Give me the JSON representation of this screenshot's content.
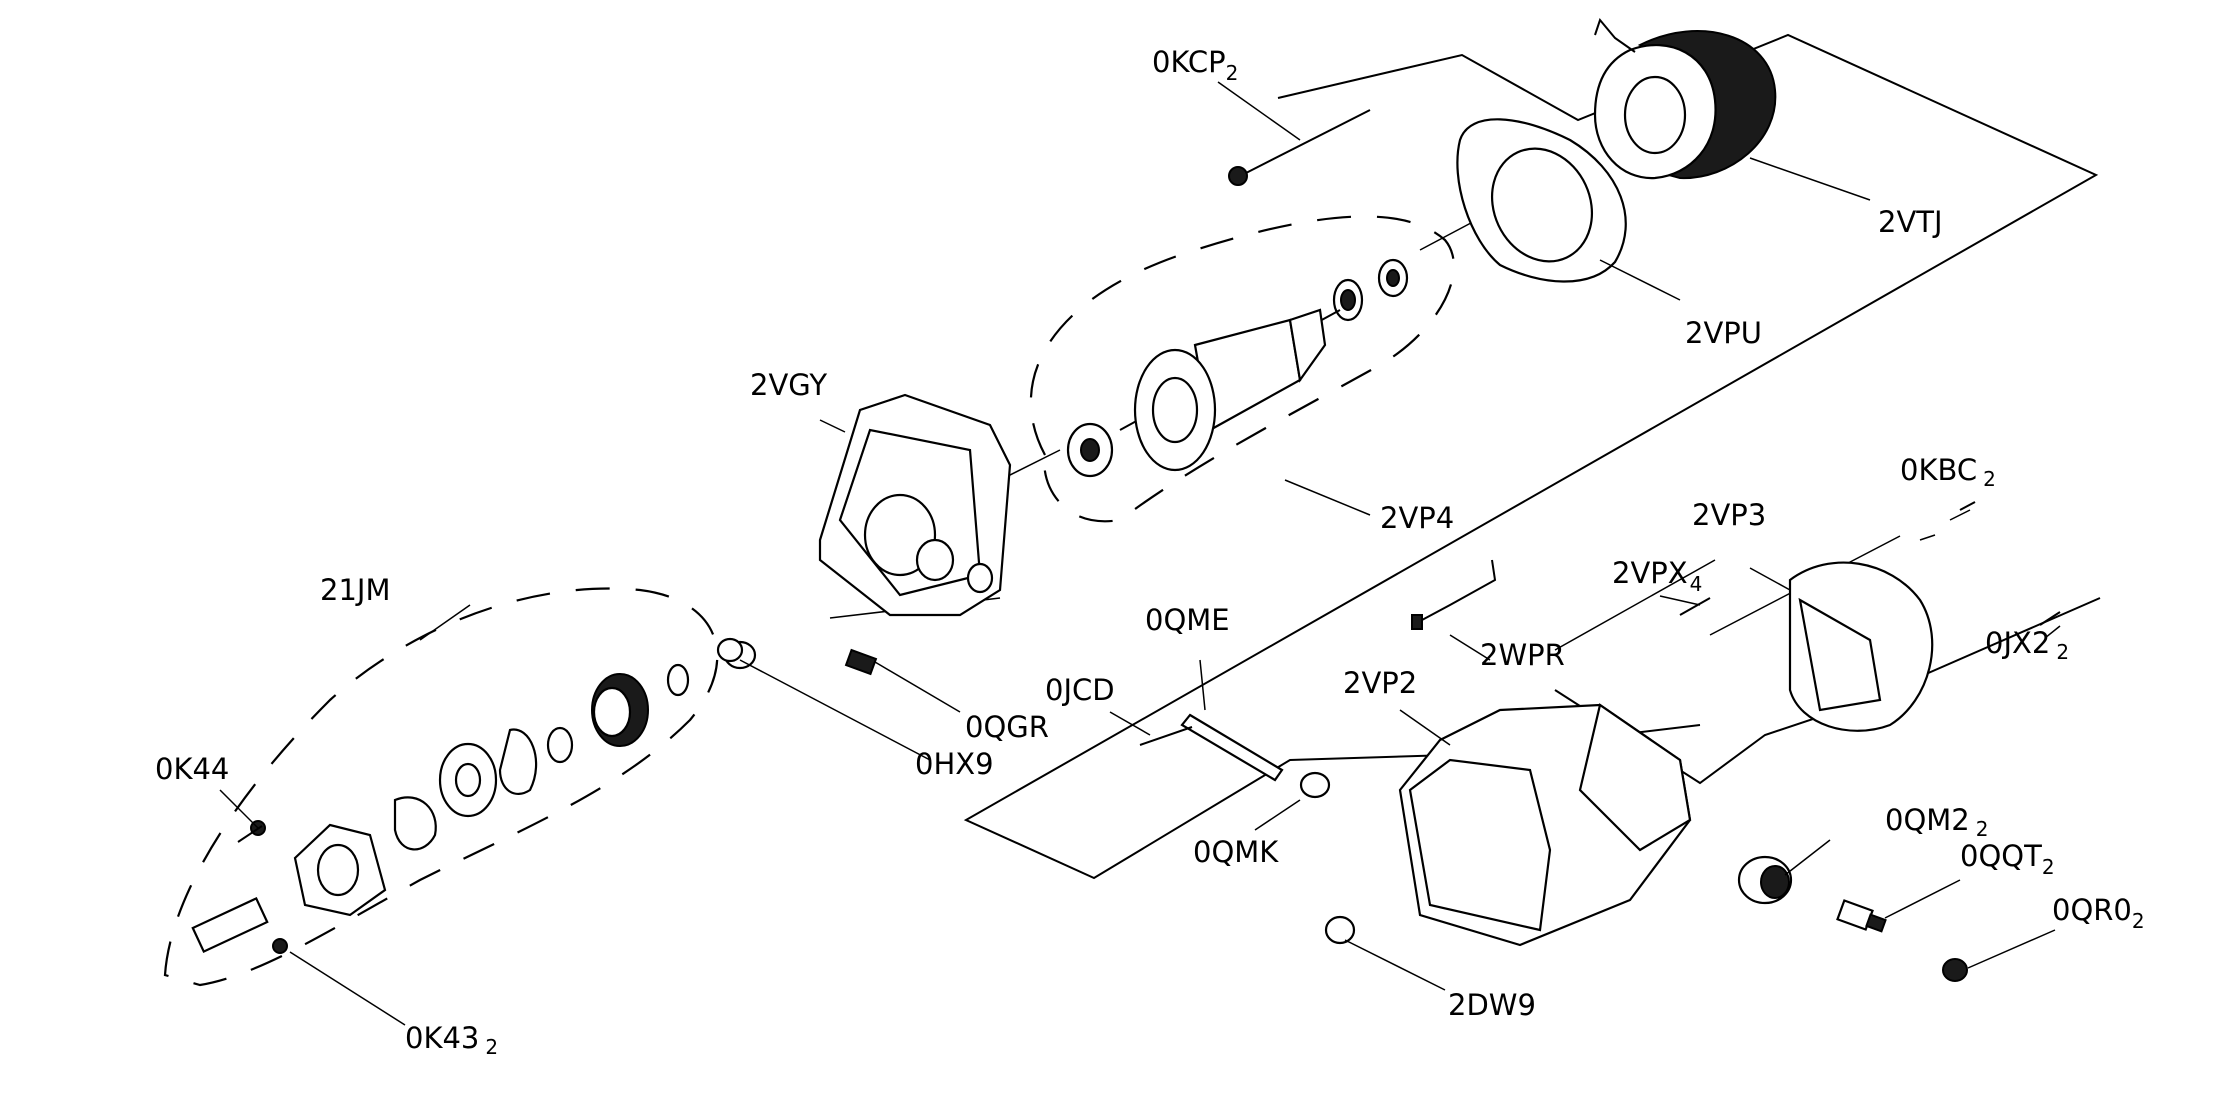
{
  "labels": {
    "kcp": {
      "main": "0KCP",
      "sub": "2"
    },
    "vtj": {
      "main": "2VTJ"
    },
    "vpu": {
      "main": "2VPU"
    },
    "vgy": {
      "main": "2VGY"
    },
    "vp4": {
      "main": "2VP4"
    },
    "kbc": {
      "main": "0KBC",
      "sub": "2"
    },
    "vp3": {
      "main": "2VP3"
    },
    "jm21": {
      "main": "21JM"
    },
    "vpx": {
      "main": "2VPX",
      "sub": "4"
    },
    "qme": {
      "main": "0QME"
    },
    "wpr": {
      "main": "2WPR"
    },
    "jx2": {
      "main": "0JX2",
      "sub": "2"
    },
    "jcd": {
      "main": "0JCD"
    },
    "vp2": {
      "main": "2VP2"
    },
    "qgr": {
      "main": "0QGR"
    },
    "hx9": {
      "main": "0HX9"
    },
    "k44": {
      "main": "0K44"
    },
    "qm2": {
      "main": "0QM2",
      "sub": "2"
    },
    "qqt": {
      "main": "0QQT",
      "sub": "2"
    },
    "qmk": {
      "main": "0QMK"
    },
    "qr0": {
      "main": "0QR0",
      "sub": "2"
    },
    "dw9": {
      "main": "2DW9"
    },
    "k43": {
      "main": "0K43",
      "sub": "2"
    }
  }
}
